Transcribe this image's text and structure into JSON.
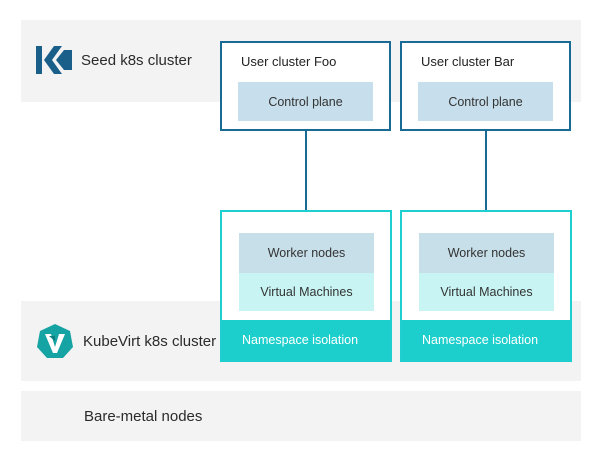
{
  "seed": {
    "label": "Seed k8s cluster"
  },
  "kubevirt": {
    "label": "KubeVirt k8s cluster"
  },
  "bare_metal": {
    "label": "Bare-metal nodes"
  },
  "clusters": [
    {
      "title": "User cluster Foo",
      "control_plane": "Control plane",
      "worker_nodes": "Worker nodes",
      "virtual_machines": "Virtual Machines",
      "namespace": "Namespace isolation"
    },
    {
      "title": "User cluster Bar",
      "control_plane": "Control plane",
      "worker_nodes": "Worker nodes",
      "virtual_machines": "Virtual Machines",
      "namespace": "Namespace isolation"
    }
  ],
  "colors": {
    "band": "#f3f3f3",
    "control_plane_border": "#1a6a96",
    "control_plane_fill": "#c7dfec",
    "worker_border": "#1fcfcf",
    "virtual_machines_fill": "#c8f5f3",
    "namespace_fill": "#1dcfcc"
  },
  "icons": {
    "seed_logo": "kubermatic-logo",
    "kubevirt_logo": "kubevirt-logo"
  }
}
